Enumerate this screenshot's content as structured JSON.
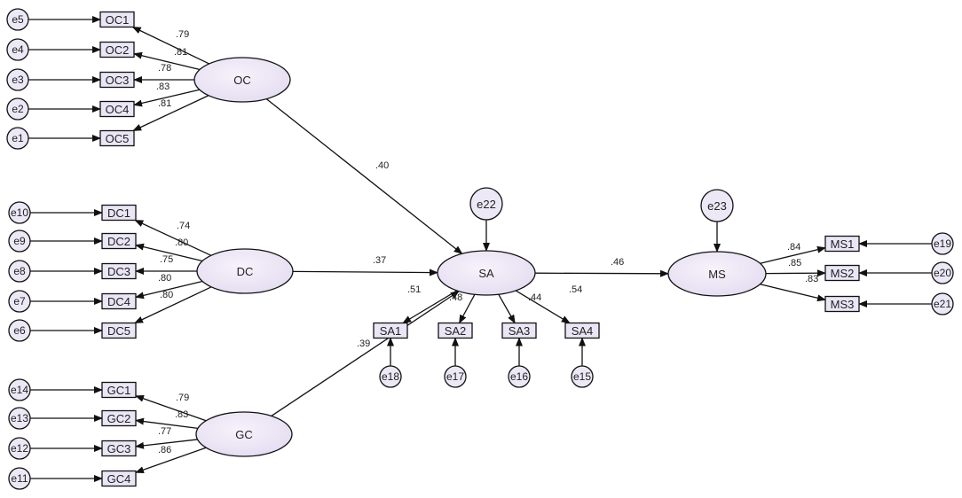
{
  "colors": {
    "line": "#111111",
    "box_fill": "#ebe6f6",
    "ellipse_fill_center": "#f7f2fb",
    "ellipse_fill_edge": "#e4ddf1",
    "error_fill": "#ece8f6",
    "text": "#222222"
  },
  "latents": [
    {
      "id": "OC",
      "label": "OC"
    },
    {
      "id": "DC",
      "label": "DC"
    },
    {
      "id": "GC",
      "label": "GC"
    },
    {
      "id": "SA",
      "label": "SA"
    },
    {
      "id": "MS",
      "label": "MS"
    }
  ],
  "indicators": [
    {
      "id": "OC1",
      "label": "OC1",
      "factor": "OC",
      "loading": ".79",
      "error": "e5"
    },
    {
      "id": "OC2",
      "label": "OC2",
      "factor": "OC",
      "loading": ".81",
      "error": "e4"
    },
    {
      "id": "OC3",
      "label": "OC3",
      "factor": "OC",
      "loading": ".78",
      "error": "e3"
    },
    {
      "id": "OC4",
      "label": "OC4",
      "factor": "OC",
      "loading": ".83",
      "error": "e2"
    },
    {
      "id": "OC5",
      "label": "OC5",
      "factor": "OC",
      "loading": ".81",
      "error": "e1"
    },
    {
      "id": "DC1",
      "label": "DC1",
      "factor": "DC",
      "loading": ".74",
      "error": "e10"
    },
    {
      "id": "DC2",
      "label": "DC2",
      "factor": "DC",
      "loading": ".80",
      "error": "e9"
    },
    {
      "id": "DC3",
      "label": "DC3",
      "factor": "DC",
      "loading": ".75",
      "error": "e8"
    },
    {
      "id": "DC4",
      "label": "DC4",
      "factor": "DC",
      "loading": ".80",
      "error": "e7"
    },
    {
      "id": "DC5",
      "label": "DC5",
      "factor": "DC",
      "loading": ".80",
      "error": "e6"
    },
    {
      "id": "GC1",
      "label": "GC1",
      "factor": "GC",
      "loading": ".79",
      "error": "e14"
    },
    {
      "id": "GC2",
      "label": "GC2",
      "factor": "GC",
      "loading": ".83",
      "error": "e13"
    },
    {
      "id": "GC3",
      "label": "GC3",
      "factor": "GC",
      "loading": ".77",
      "error": "e12"
    },
    {
      "id": "GC4",
      "label": "GC4",
      "factor": "GC",
      "loading": ".86",
      "error": "e11"
    },
    {
      "id": "SA1",
      "label": "SA1",
      "factor": "SA",
      "loading": ".51",
      "error": "e18"
    },
    {
      "id": "SA2",
      "label": "SA2",
      "factor": "SA",
      "loading": ".48",
      "error": "e17"
    },
    {
      "id": "SA3",
      "label": "SA3",
      "factor": "SA",
      "loading": ".44",
      "error": "e16"
    },
    {
      "id": "SA4",
      "label": "SA4",
      "factor": "SA",
      "loading": ".54",
      "error": "e15"
    },
    {
      "id": "MS1",
      "label": "MS1",
      "factor": "MS",
      "loading": ".84",
      "error": "e19"
    },
    {
      "id": "MS2",
      "label": "MS2",
      "factor": "MS",
      "loading": ".85",
      "error": "e20"
    },
    {
      "id": "MS3",
      "label": "MS3",
      "factor": "MS",
      "loading": ".83",
      "error": "e21"
    }
  ],
  "structural_paths": [
    {
      "from": "OC",
      "to": "SA",
      "coef": ".40"
    },
    {
      "from": "DC",
      "to": "SA",
      "coef": ".37"
    },
    {
      "from": "GC",
      "to": "SA",
      "coef": ".39"
    },
    {
      "from": "SA",
      "to": "MS",
      "coef": ".46"
    }
  ],
  "disturbances": [
    {
      "label": "e22",
      "target": "SA"
    },
    {
      "label": "e23",
      "target": "MS"
    }
  ]
}
